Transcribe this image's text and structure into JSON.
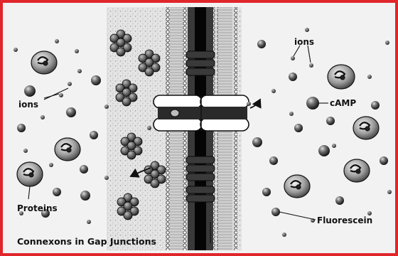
{
  "labels": {
    "ions_upper_right": "ions",
    "ions_left": "ions",
    "camp": "cAMP",
    "proteins": "Proteins",
    "fluorescein": "Fluorescein",
    "caption": "Connexons in Gap Junctions"
  },
  "colors": {
    "frame": "#e0262b",
    "background": "#f2f2f2",
    "membrane_fill": "#d8d8d8",
    "ink": "#111111"
  }
}
